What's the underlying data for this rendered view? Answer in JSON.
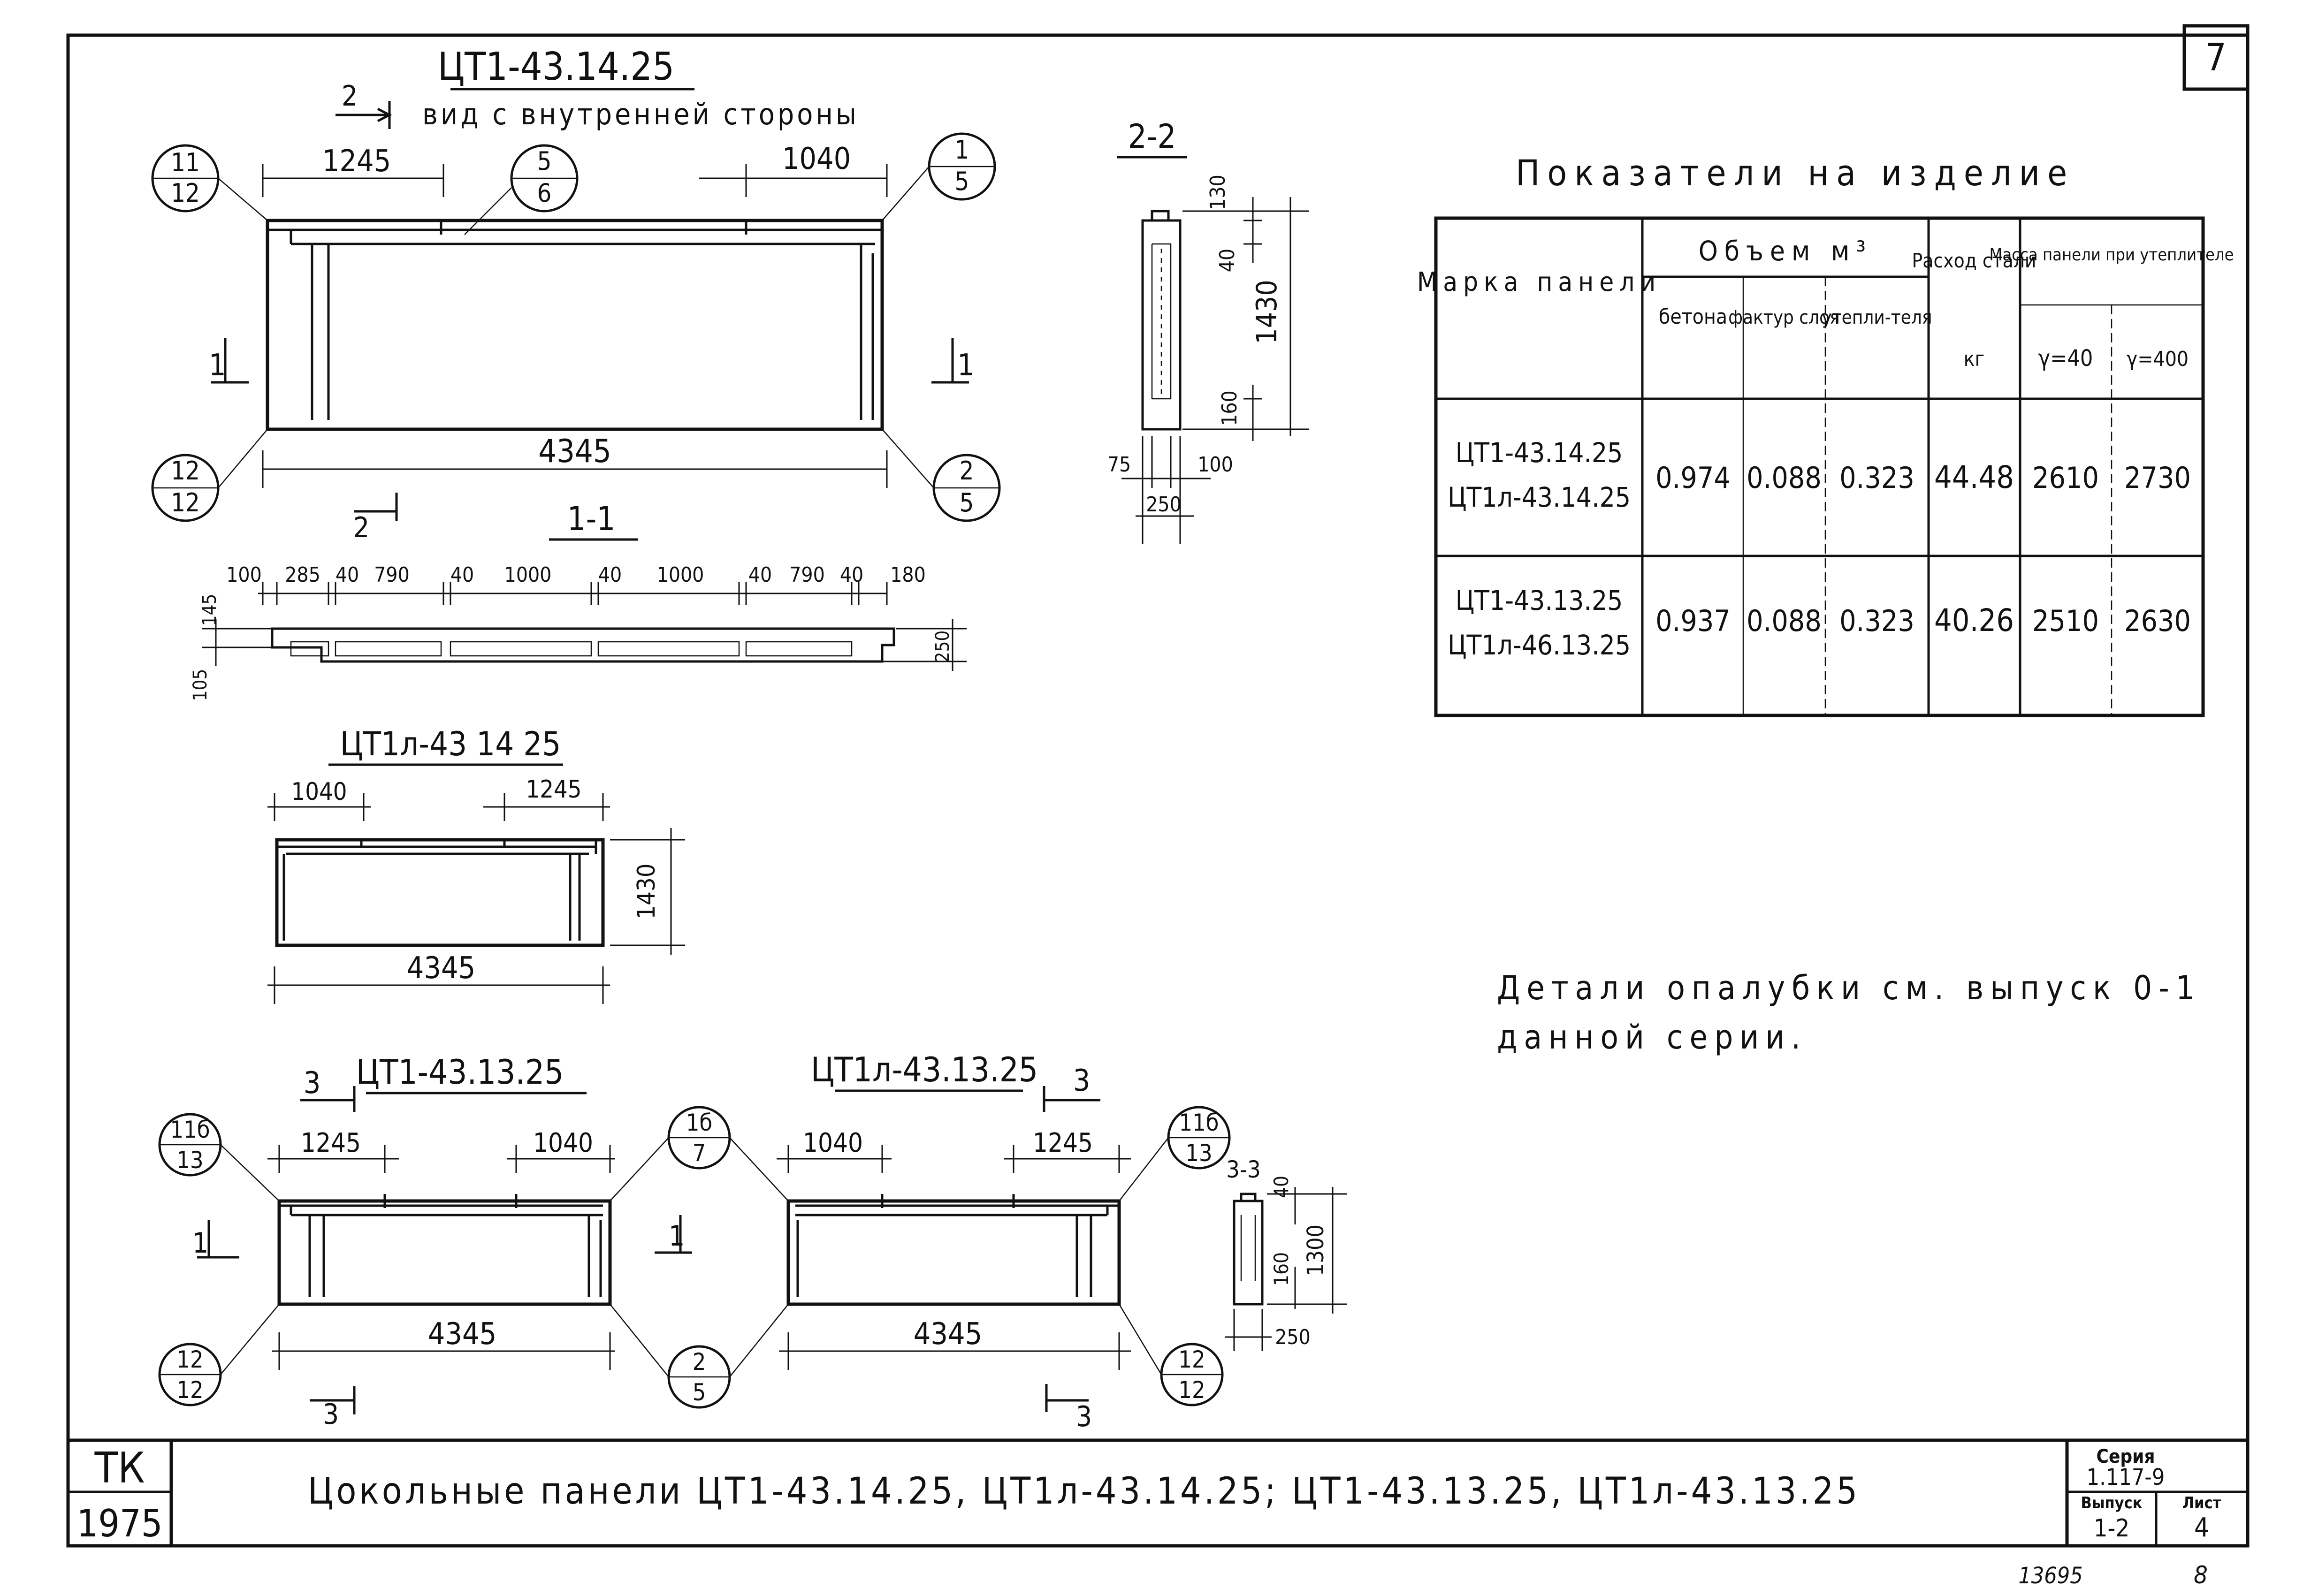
{
  "sheet": {
    "page_number": "7",
    "stamp": {
      "org": "ТК",
      "year": "1975"
    },
    "title": "Цокольные панели ЦТ1-43.14.25, ЦТ1л-43.14.25; ЦТ1-43.13.25, ЦТ1л-43.13.25",
    "series_label": "Серия",
    "series_value": "1.117-9",
    "issue_label": "Выпуск",
    "issue_value": "1-2",
    "sheet_label": "Лист",
    "sheet_value": "4",
    "footer_number": "13695",
    "footer_page": "8"
  },
  "view_main": {
    "title": "ЦТ1-43.14.25",
    "subtitle": "вид с внутренней стороны",
    "dim_left": "1245",
    "dim_right": "1040",
    "dim_length": "4345",
    "section_mark": "2",
    "cut_mark": "1",
    "callouts": [
      {
        "top": "11",
        "bottom": "12"
      },
      {
        "top": "5",
        "bottom": "6"
      },
      {
        "top": "1",
        "bottom": "5"
      },
      {
        "top": "12",
        "bottom": "12"
      },
      {
        "top": "2",
        "bottom": "5"
      }
    ]
  },
  "section_11": {
    "title": "1-1",
    "dims_top": [
      "100",
      "285",
      "40",
      "790",
      "40",
      "1000",
      "40",
      "1000",
      "40",
      "790",
      "40",
      "180"
    ],
    "dim_left_top": "145",
    "dim_left_bottom": "105",
    "dim_right": "250"
  },
  "section_22": {
    "title": "2-2",
    "dims": {
      "top": "130",
      "upper": "40",
      "height": "1430",
      "lower": "160",
      "left": "75",
      "right": "100",
      "width": "250"
    }
  },
  "view_mirror": {
    "title": "ЦТ1л-43 14 25",
    "dim_left": "1040",
    "dim_right": "1245",
    "dim_length": "4345",
    "dim_height": "1430"
  },
  "indicators": {
    "heading": "Показатели на изделие",
    "col_mark": "Марка панели",
    "col_volume": "Объем м³",
    "col_concrete": "бетона",
    "col_facing": "фактур слоя",
    "col_insulation": "утепли-теля",
    "col_steel": "Расход стали",
    "col_steel_unit": "кг",
    "col_mass": "Масса панели при утеплителе",
    "col_mass_40": "γ=40",
    "col_mass_400": "γ=400",
    "rows": [
      {
        "mark1": "ЦТ1-43.14.25",
        "mark2": "ЦТ1л-43.14.25",
        "concrete": "0.974",
        "facing": "0.088",
        "insulation": "0.323",
        "steel": "44.48",
        "mass40": "2610",
        "mass400": "2730"
      },
      {
        "mark1": "ЦТ1-43.13.25",
        "mark2": "ЦТ1л-46.13.25",
        "concrete": "0.937",
        "facing": "0.088",
        "insulation": "0.323",
        "steel": "40.26",
        "mass40": "2510",
        "mass400": "2630"
      }
    ]
  },
  "note": {
    "line1": "Детали опалубки см. выпуск 0-1",
    "line2": "данной серии."
  },
  "view_bottom_left": {
    "title": "ЦТ1-43.13.25",
    "section_mark": "3",
    "cut_mark": "1",
    "dim_left": "1245",
    "dim_right": "1040",
    "dim_length": "4345",
    "callouts": [
      {
        "top": "11б",
        "bottom": "13"
      },
      {
        "top": "12",
        "bottom": "12"
      },
      {
        "top": "1б",
        "bottom": "7"
      },
      {
        "top": "2",
        "bottom": "5"
      }
    ]
  },
  "view_bottom_right": {
    "title": "ЦТ1л-43.13.25",
    "section_mark": "3",
    "dim_left": "1040",
    "dim_right": "1245",
    "dim_length": "4345",
    "callouts": [
      {
        "top": "11б",
        "bottom": "13"
      },
      {
        "top": "12",
        "bottom": "12"
      }
    ]
  },
  "section_33": {
    "title": "3-3",
    "dims": {
      "top": "40",
      "height": "1300",
      "lower": "160",
      "width": "250"
    }
  }
}
